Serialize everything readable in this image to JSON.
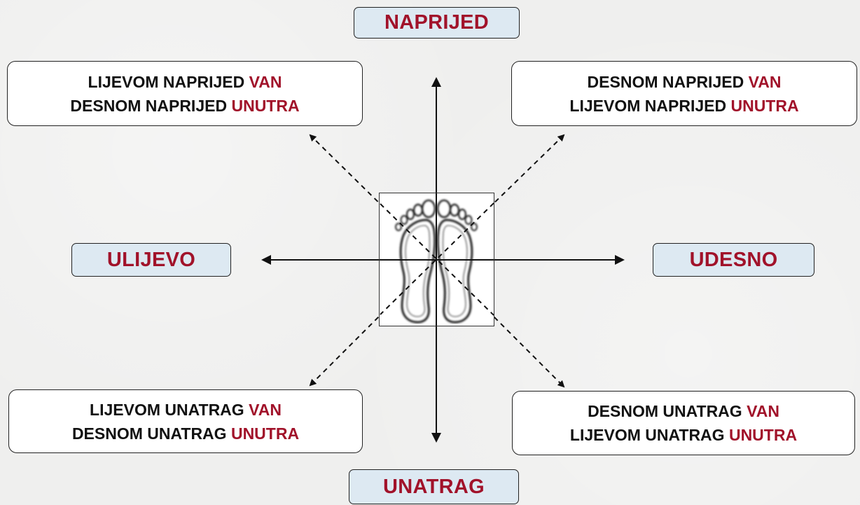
{
  "directions": {
    "forward": "NAPRIJED",
    "backward": "UNATRAG",
    "left": "ULIJEVO",
    "right": "UDESNO"
  },
  "corners": {
    "top_left": {
      "line1_text": "LIJEVOM NAPRIJED",
      "line1_highlight": "VAN",
      "line2_text": "DESNOM NAPRIJED",
      "line2_highlight": "UNUTRA"
    },
    "top_right": {
      "line1_text": "DESNOM NAPRIJED",
      "line1_highlight": "VAN",
      "line2_text": "LIJEVOM NAPRIJED",
      "line2_highlight": "UNUTRA"
    },
    "bottom_left": {
      "line1_text": "LIJEVOM UNATRAG",
      "line1_highlight": "VAN",
      "line2_text": "DESNOM UNATRAG",
      "line2_highlight": "UNUTRA"
    },
    "bottom_right": {
      "line1_text": "DESNOM UNATRAG",
      "line1_highlight": "VAN",
      "line2_text": "LIJEVOM UNATRAG",
      "line2_highlight": "UNUTRA"
    }
  },
  "colors": {
    "highlight": "#a1122a",
    "label_fill": "#dde9f2",
    "text": "#111111"
  },
  "icons": {
    "center": "feet-icon"
  }
}
